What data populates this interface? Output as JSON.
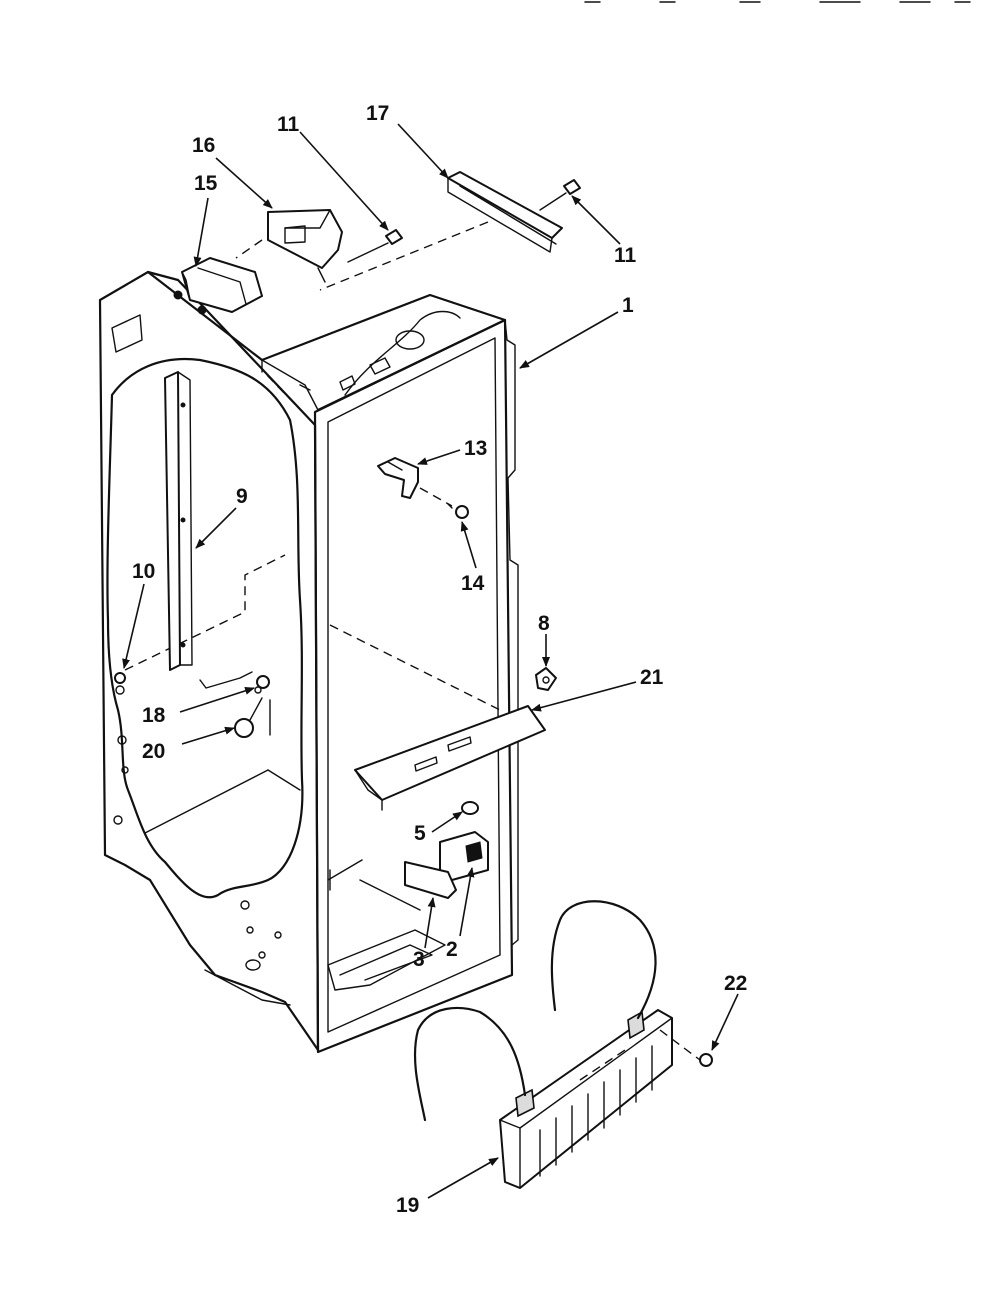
{
  "callouts": {
    "c1": "1",
    "c2": "2",
    "c3": "3",
    "c5": "5",
    "c8": "8",
    "c9": "9",
    "c10": "10",
    "c11a": "11",
    "c11b": "11",
    "c13": "13",
    "c14": "14",
    "c15": "15",
    "c16": "16",
    "c17": "17",
    "c18": "18",
    "c19": "19",
    "c20": "20",
    "c21": "21",
    "c22": "22"
  }
}
